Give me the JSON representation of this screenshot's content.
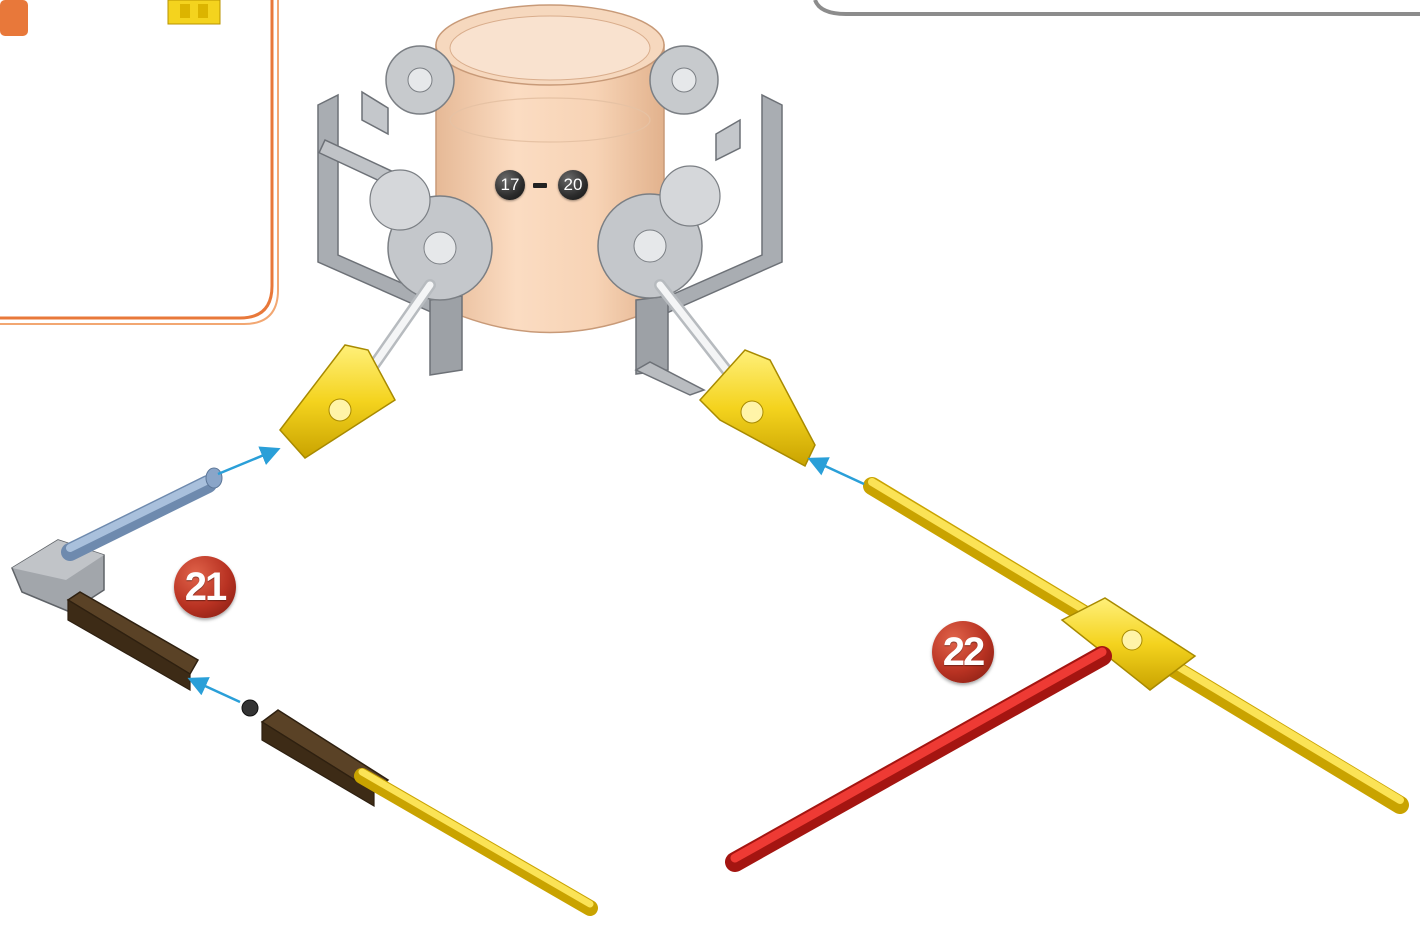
{
  "steps": {
    "range_start": "17",
    "range_end": "20",
    "step_a": "21",
    "step_b": "22"
  },
  "colors": {
    "step_badge": "#b83222",
    "range_badge": "#2c2c2c",
    "callout_border": "#e8783a",
    "arrow": "#2a9fd8",
    "yellow_rod": "#f4d31e",
    "red_rod": "#e02a26",
    "blue_rod": "#8aa5c8",
    "brown_rod": "#5a4226",
    "gray_connector": "#a9adb2",
    "tube": "#f6d2b4"
  },
  "icons": [
    "orange-tab-icon",
    "arrow-icon"
  ]
}
